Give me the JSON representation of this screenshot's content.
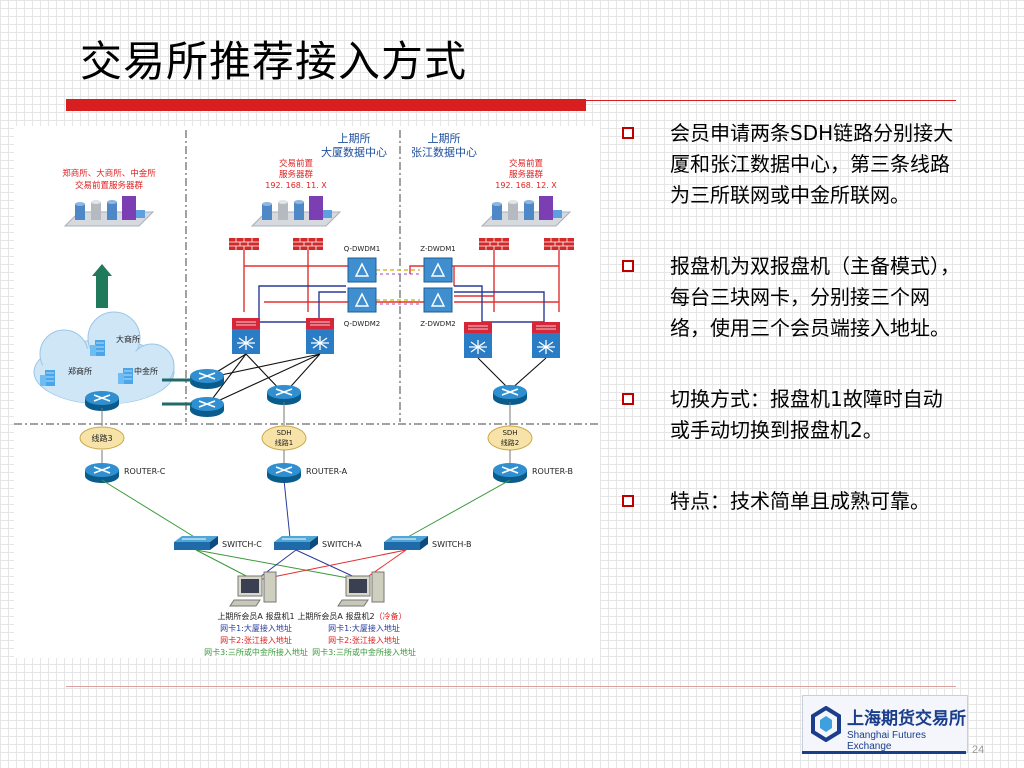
{
  "title": "交易所推荐接入方式",
  "bullets": [
    "会员申请两条SDH链路分别接大厦和张江数据中心，第三条线路为三所联网或中金所联网。",
    "报盘机为双报盘机（主备模式），每台三块网卡，分别接三个网络，使用三个会员端接入地址。",
    "切换方式：报盘机1故障时自动或手动切换到报盘机2。",
    "特点：技术简单且成熟可靠。"
  ],
  "diagram": {
    "dc_left_title_1": "上期所",
    "dc_left_title_2": "大厦数据中心",
    "dc_right_title_1": "上期所",
    "dc_right_title_2": "张江数据中心",
    "other_ex_label_1": "郑商所、大商所、中金所",
    "other_ex_label_2": "交易前置服务器群",
    "front_a_1": "交易前置",
    "front_a_2": "服务器群",
    "front_a_ip": "192. 168. 11. X",
    "front_b_1": "交易前置",
    "front_b_2": "服务器群",
    "front_b_ip": "192. 168. 12. X",
    "q_dwdm1": "Q-DWDM1",
    "q_dwdm2": "Q-DWDM2",
    "z_dwdm1": "Z-DWDM1",
    "z_dwdm2": "Z-DWDM2",
    "cloud_dalian": "大商所",
    "cloud_zhengzhou": "郑商所",
    "cloud_zhongjin": "中金所",
    "line3": "线路3",
    "sdh1_a": "SDH",
    "sdh1_b": "线路1",
    "sdh2_a": "SDH",
    "sdh2_b": "线路2",
    "router_c": "ROUTER-C",
    "router_a": "ROUTER-A",
    "router_b": "ROUTER-B",
    "switch_c": "SWITCH-C",
    "switch_a": "SWITCH-A",
    "switch_b": "SWITCH-B",
    "pc1_title": "上期所会员A 报盘机1",
    "pc1_nic1": "网卡1:大厦接入地址",
    "pc1_nic2": "网卡2:张江接入地址",
    "pc1_nic3": "网卡3:三所或中金所接入地址",
    "pc2_title": "上期所会员A 报盘机2",
    "pc2_standby": "（冷备）",
    "pc2_nic1": "网卡1:大厦接入地址",
    "pc2_nic2": "网卡2:张江接入地址",
    "pc2_nic3": "网卡3:三所或中金所接入地址"
  },
  "logo": {
    "cn": "上海期货交易所",
    "en": "Shanghai Futures Exchange"
  },
  "page_number": "24",
  "colors": {
    "title_bar": "#d81e1e",
    "bullet_box": "#c00000",
    "diagram_blue": "#1f4e9c",
    "diagram_red": "#e02020",
    "link_red": "#e23030",
    "link_blue": "#2a3c9a",
    "link_green": "#3a9a3a"
  }
}
